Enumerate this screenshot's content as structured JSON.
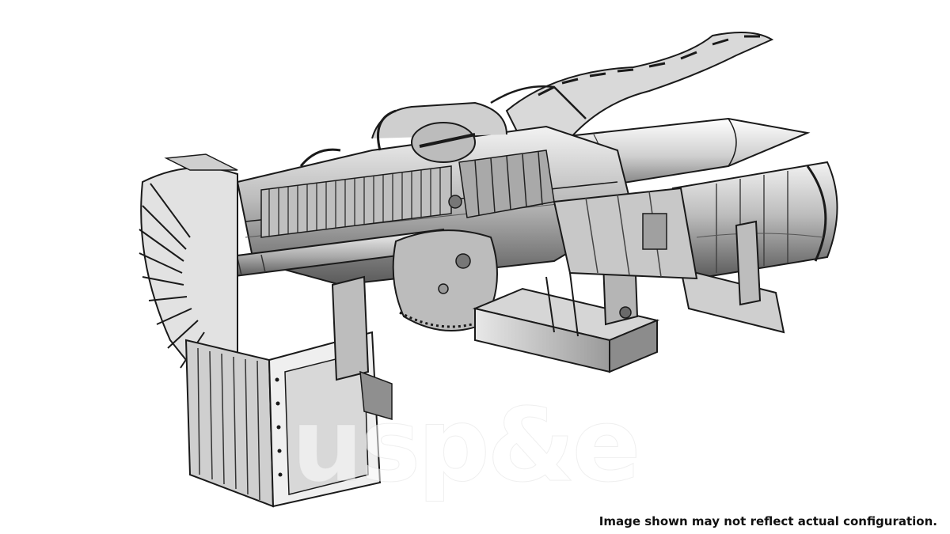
{
  "image": {
    "subject": "gas turbine cutaway illustration",
    "ink_color": "#1a1a1a",
    "shade_color": "#9a9a9a",
    "light_color": "#e6e6e6",
    "background_color": "#ffffff"
  },
  "watermark": {
    "text": "usp&e"
  },
  "disclaimer": {
    "text": "Image shown may not reflect actual configuration."
  }
}
